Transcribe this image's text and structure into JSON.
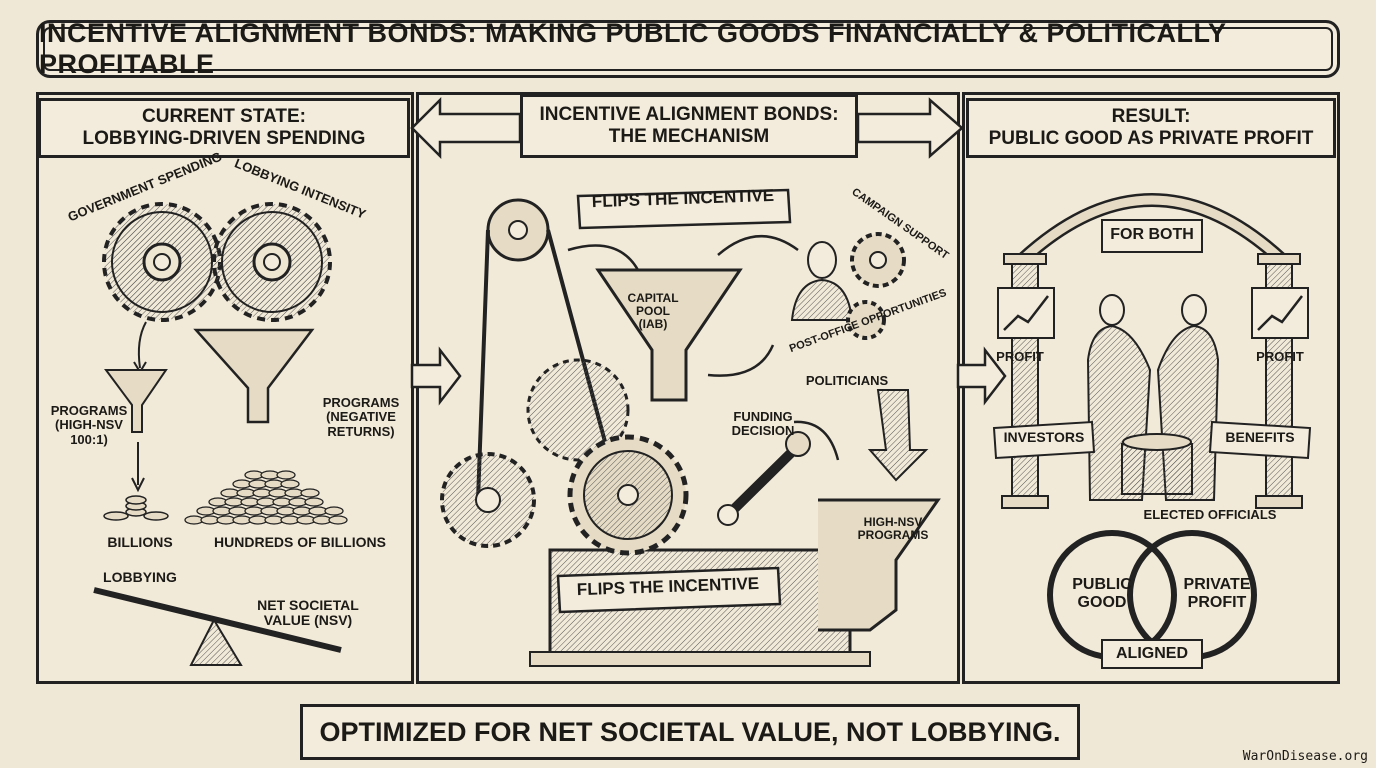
{
  "title": "INCENTIVE ALIGNMENT BONDS: MAKING PUBLIC GOODS FINANCIALLY & POLITICALLY PROFITABLE",
  "left_panel": {
    "header_line1": "CURRENT STATE:",
    "header_line2": "LOBBYING-DRIVEN SPENDING",
    "gear_left_label": "GOVERNMENT SPENDING",
    "gear_right_label": "LOBBYING INTENSITY",
    "small_funnel_label": [
      "PROGRAMS",
      "(HIGH-NSV",
      "100:1)"
    ],
    "large_funnel_label": [
      "PROGRAMS",
      "(NEGATIVE",
      "RETURNS)"
    ],
    "small_pile_label": "BILLIONS",
    "large_pile_label": "HUNDREDS OF BILLIONS",
    "seesaw_high_label": "LOBBYING",
    "seesaw_low_label": [
      "NET SOCIETAL",
      "VALUE (NSV)"
    ]
  },
  "middle_panel": {
    "header_line1": "INCENTIVE ALIGNMENT BONDS:",
    "header_line2": "THE MECHANISM",
    "top_ribbon": "FLIPS THE INCENTIVE",
    "bottom_ribbon": "FLIPS THE INCENTIVE",
    "funnel_label": [
      "CAPITAL",
      "POOL",
      "(IAB)"
    ],
    "campaign_support": "CAMPAIGN SUPPORT",
    "post_office": "POST-OFFICE OPPORTUNITIES",
    "politicians": "POLITICIANS",
    "funding_decision": [
      "FUNDING",
      "DECISION"
    ],
    "output_funnel_label": [
      "HIGH-NSV",
      "PROGRAMS"
    ]
  },
  "right_panel": {
    "header_line1": "RESULT:",
    "header_line2": "PUBLIC GOOD AS PRIVATE PROFIT",
    "arch_banner": "FOR BOTH",
    "profit_left": "PROFIT",
    "profit_right": "PROFIT",
    "investors": "INVESTORS",
    "benefits": "BENEFITS",
    "elected_officials": "ELECTED OFFICIALS",
    "ring_left": [
      "PUBLIC",
      "GOOD"
    ],
    "ring_right": [
      "PRIVATE",
      "PROFIT"
    ],
    "aligned": "ALIGNED"
  },
  "bottom_banner": "OPTIMIZED FOR NET SOCIETAL VALUE, NOT LOBBYING.",
  "footer": "WarOnDisease.org"
}
